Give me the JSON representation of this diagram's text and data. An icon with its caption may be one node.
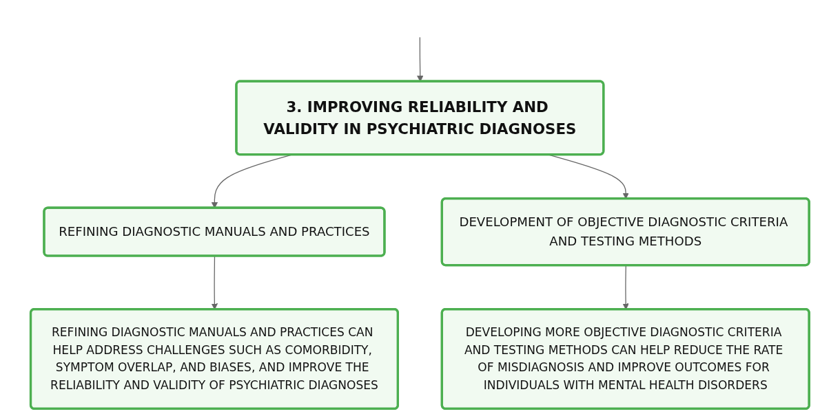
{
  "diagram": {
    "nodes": [
      {
        "text": [
          "3. IMPROVING RELIABILITY AND VALIDITY IN PSYCHIATRIC DIAGNOSES"
        ]
      },
      {
        "text": [
          "REFINING DIAGNOSTIC MANUALS AND PRACTICES"
        ]
      },
      {
        "text": [
          "DEVELOPMENT OF OBJECTIVE DIAGNOSTIC CRITERIA AND TESTING METHODS"
        ]
      },
      {
        "text": [
          "REFINING DIAGNOSTIC MANUALS AND PRACTICES CAN HELP ADDRESS CHALLENGES SUCH AS COMORBIDITY, SYMPTOM OVERLAP, AND BIASES, AND IMPROVE THE RELIABILITY AND VALIDITY OF PSYCHIATRIC DIAGNOSES"
        ]
      },
      {
        "text": [
          "DEVELOPING MORE OBJECTIVE DIAGNOSTIC CRITERIA AND TESTING METHODS CAN HELP REDUCE THE RATE OF MISDIAGNOSIS AND IMPROVE OUTCOMES FOR INDIVIDUALS WITH MENTAL HEALTH DISORDERS"
        ]
      }
    ],
    "edges": [
      {
        "from": null,
        "to": 0,
        "arrow": "to"
      },
      {
        "from": 0,
        "to": 1,
        "arrow": "to"
      },
      {
        "from": 0,
        "to": 2,
        "arrow": "to"
      },
      {
        "from": 1,
        "to": 3,
        "arrow": "to"
      },
      {
        "from": 2,
        "to": 4,
        "arrow": "to"
      }
    ]
  }
}
